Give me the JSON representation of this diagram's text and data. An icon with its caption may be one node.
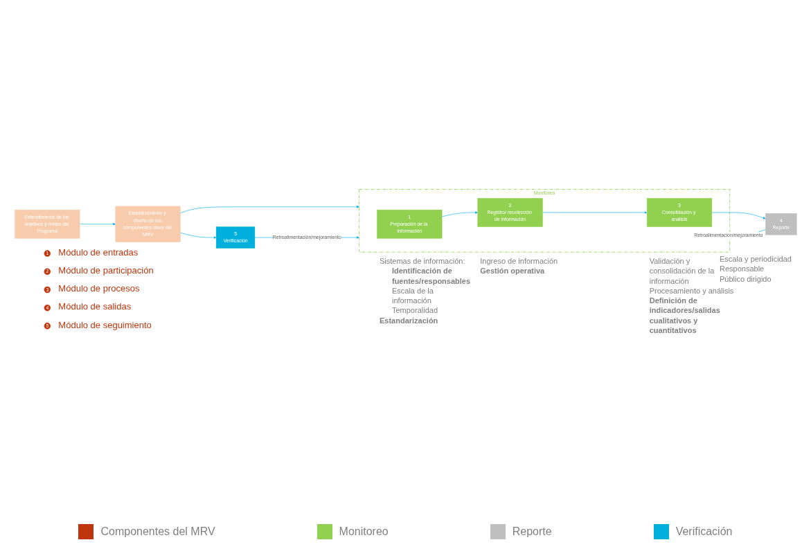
{
  "diagram": {
    "nodes": [
      {
        "text": [
          "Entendimiento de los objetivos y metas del Programa"
        ]
      },
      {
        "text": [
          "Establecimiento y diseño de los componentes clave del MRV"
        ]
      },
      {
        "text": [
          "1"
        ],
        "beside": [
          "Módulo de entradas"
        ]
      },
      {
        "text": [
          "2"
        ],
        "beside": [
          "Módulo de participación"
        ]
      },
      {
        "text": [
          "3"
        ],
        "beside": [
          "Módulo de procesos"
        ]
      },
      {
        "text": [
          "4"
        ],
        "beside": [
          "Módulo de salidas"
        ]
      },
      {
        "text": [
          "5"
        ],
        "beside": [
          "Módulo de seguimiento"
        ]
      },
      {
        "text": [
          "Monitoreo"
        ]
      },
      {
        "text": [
          "1",
          "Preparación de la información"
        ],
        "in": 7,
        "beside": [
          "Sistemas de información:",
          "Identificación de fuentes/responsables",
          "Escala de la información",
          "Temporalidad",
          "Estandarización"
        ]
      },
      {
        "text": [
          "2",
          "Registro/ recolección de información"
        ],
        "in": 7,
        "beside": [
          "Ingreso de información",
          "Gestión operativa"
        ]
      },
      {
        "text": [
          "3",
          "Consolidación y análisis"
        ],
        "in": 7,
        "beside": [
          "Validación y consolidación de la información",
          "Procesamiento y análisis",
          "Definición de indicadores/salidas cualitativos y cuantitativos"
        ]
      },
      {
        "text": [
          "4",
          "Reporte"
        ],
        "beside": [
          "Escala y periodicidad",
          "Responsable",
          "Público dirigido"
        ]
      },
      {
        "text": [
          "5",
          "Verificación"
        ]
      }
    ],
    "edges": [
      {
        "from": 0,
        "to": 1,
        "arrow": "to"
      },
      {
        "from": 1,
        "to": 7,
        "arrow": "to"
      },
      {
        "from": 1,
        "to": 12,
        "arrow": "to"
      },
      {
        "from": 8,
        "to": 9,
        "arrow": "to"
      },
      {
        "from": 9,
        "to": 10,
        "arrow": "to"
      },
      {
        "from": 10,
        "to": 11,
        "arrow": "to"
      },
      {
        "from": 11,
        "to": 7,
        "arrow": "to",
        "label": "Retroalimentación/mejoramiento"
      },
      {
        "from": 12,
        "to": 7,
        "arrow": "to",
        "label": "Retroalimentación/mejoramiento"
      }
    ],
    "legend": [
      {
        "text": "Componentes del MRV",
        "color": "#c0360c"
      },
      {
        "text": "Monitoreo",
        "color": "#92d050"
      },
      {
        "text": "Reporte",
        "color": "#bfbfbf"
      },
      {
        "text": "Verificación",
        "color": "#00b0dc"
      }
    ]
  }
}
